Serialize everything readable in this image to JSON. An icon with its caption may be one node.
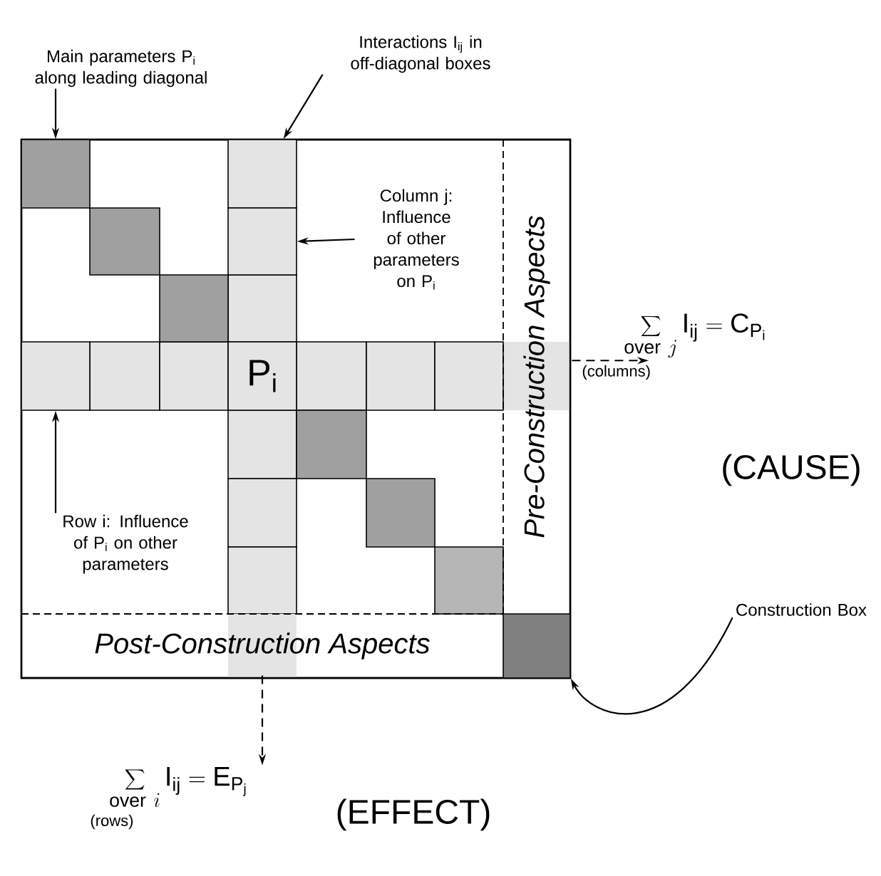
{
  "diagram": {
    "nodes": [
      {
        "text": [
          "Main parameters P$_{i}$ along leading diagonal"
        ]
      },
      {
        "text": [
          "Interactions I$_{ij}$ in off-diagonal boxes"
        ]
      },
      {
        "text": [],
        "shape": "box"
      },
      {
        "text": [],
        "shape": "box"
      },
      {
        "text": [
          "Column j: Influence of other parameters on P$_{i}$"
        ]
      },
      {
        "text": [],
        "shape": "box"
      },
      {
        "text": [
          "Row i: Influence of P$_{i}$ on other parameters"
        ]
      },
      {
        "text": [],
        "shape": "box"
      },
      {
        "text": [
          "P$_{i}$"
        ]
      },
      {
        "text": [
          "Pre-Construction Aspects"
        ]
      },
      {
        "text": [
          "Post-Construction Aspects"
        ]
      },
      {
        "text": [],
        "shape": "box"
      },
      {
        "text": [
          "Construction Box"
        ]
      },
      {
        "text": [
          "\\sum_{\\mathrm{over}\\ j} \\mathrm{I}_{\\mathrm{ij}} = \\mathrm{C}_{\\mathrm{P}_{\\mathrm{i}}}"
        ],
        "beside": [
          "(columns)"
        ]
      },
      {
        "text": [
          "\\sum_{\\mathrm{over}\\ i} \\mathrm{I}_{\\mathrm{ij}} = \\mathrm{E}_{\\mathrm{P}_{\\mathrm{j}}}"
        ],
        "beside": [
          "(rows)"
        ]
      }
    ],
    "edges": [
      {
        "from": 0,
        "to": 2,
        "arrow": "to"
      },
      {
        "from": 1,
        "to": 3,
        "arrow": "to"
      },
      {
        "from": 4,
        "to": 5,
        "arrow": "to"
      },
      {
        "from": 6,
        "to": 7,
        "arrow": "to"
      },
      {
        "from": 12,
        "to": 11,
        "arrow": "to"
      },
      {
        "from": 9,
        "to": 13,
        "arrow": "to",
        "style": "dashed"
      },
      {
        "from": 10,
        "to": 14,
        "arrow": "to",
        "style": "dashed"
      }
    ],
    "labels": [
      "(CAUSE)",
      "(EFFECT)"
    ]
  }
}
